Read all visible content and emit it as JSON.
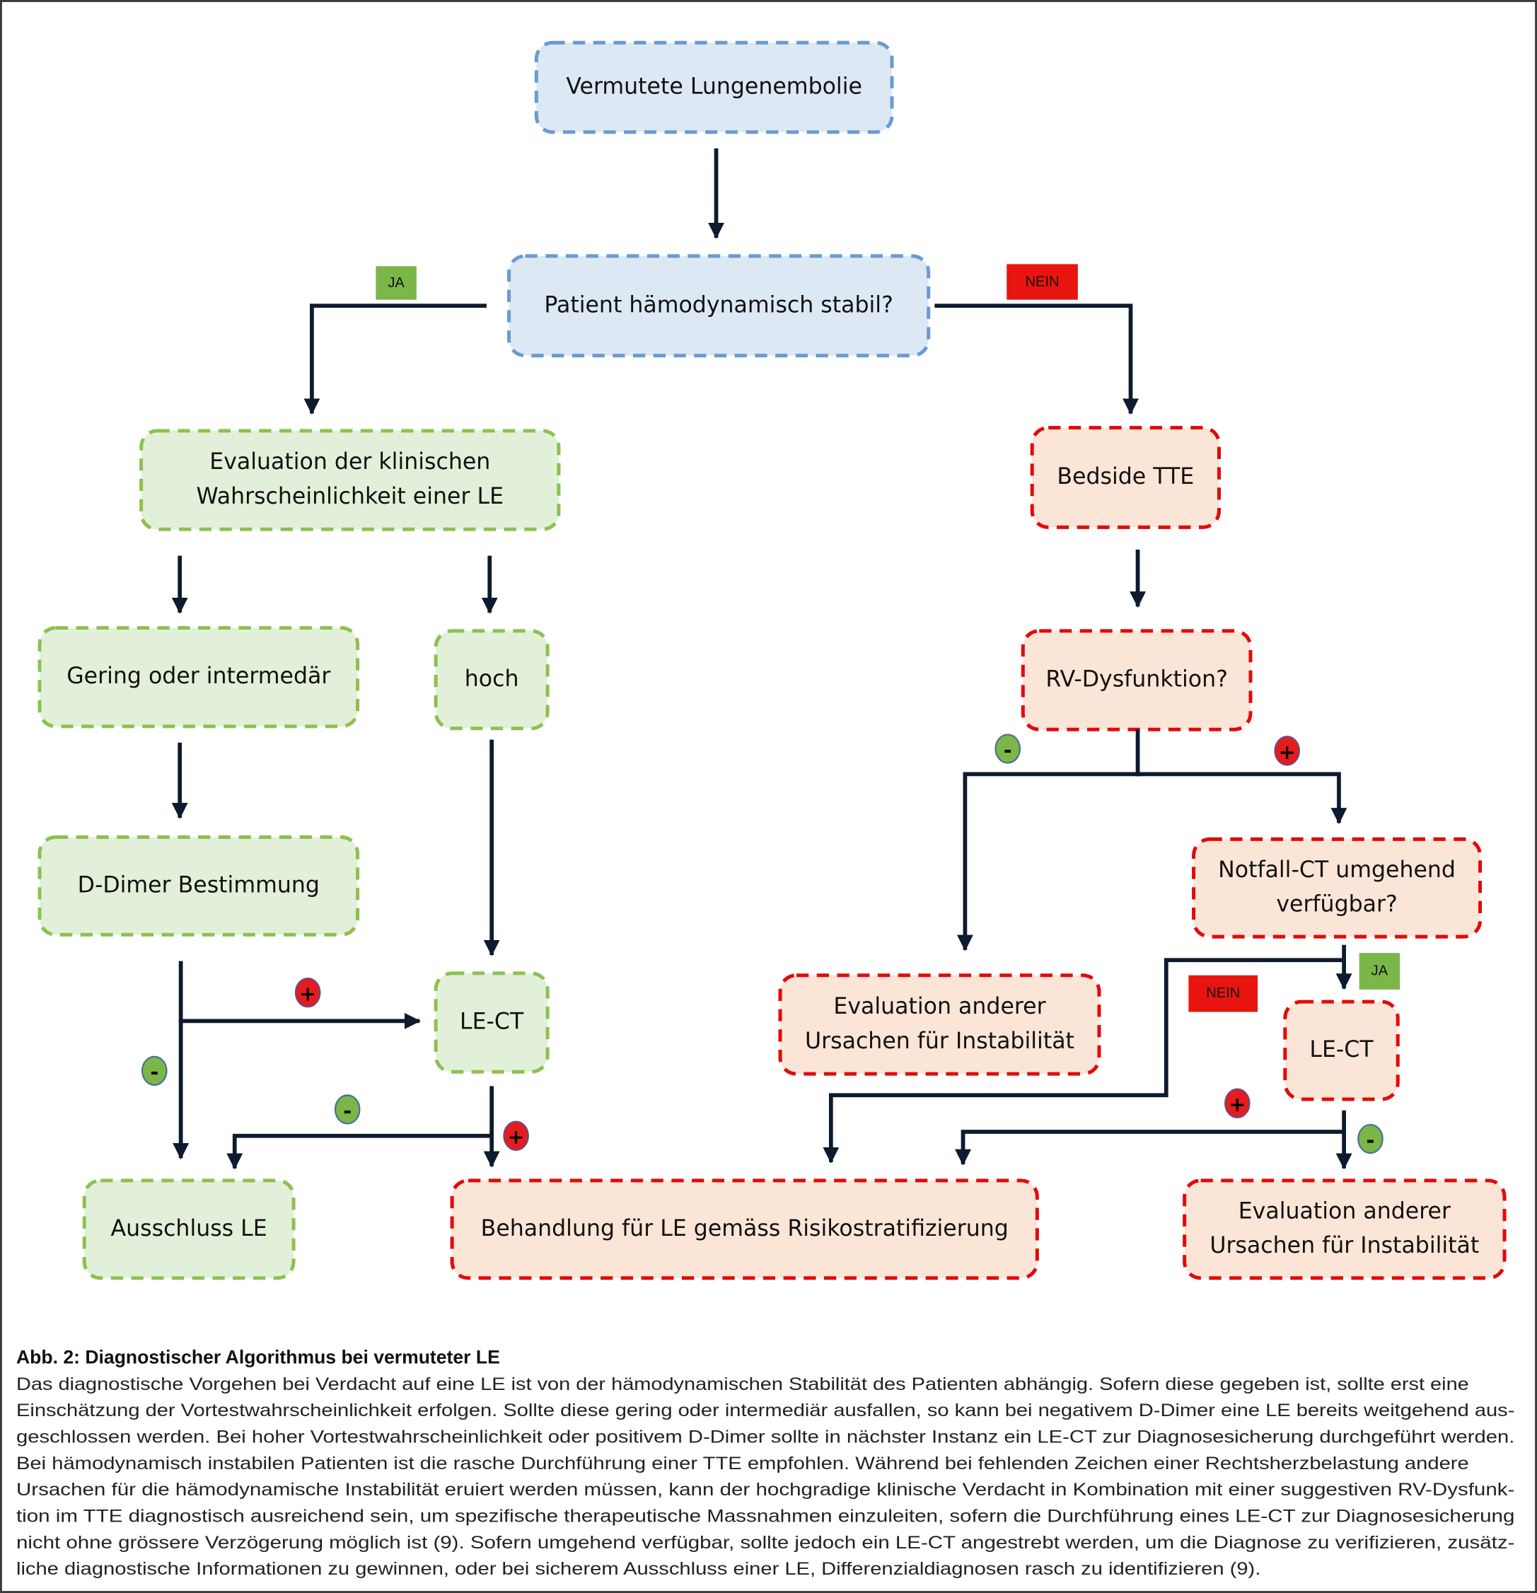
{
  "diagram": {
    "colors": {
      "blue_fill": "#dde8f5",
      "blue_border": "#6a9bd1",
      "green_fill": "#e3f0d9",
      "green_border": "#8cc152",
      "red_fill": "#fbe5d7",
      "red_border": "#e00b0b",
      "badge_ja": "#7ab648",
      "badge_nein": "#e8140f",
      "plus": "#e41c1c",
      "minus": "#7ab648",
      "connector": "#0d1b2e"
    },
    "nodes": {
      "start": {
        "lines": [
          "Vermutete Lungenembolie"
        ]
      },
      "stable": {
        "lines": [
          "Patient hämodynamisch stabil?"
        ]
      },
      "evaluation": {
        "lines": [
          "Evaluation der klinischen",
          "Wahrscheinlichkeit einer LE"
        ]
      },
      "bedside": {
        "lines": [
          "Bedside TTE"
        ]
      },
      "low": {
        "lines": [
          "Gering oder intermedär"
        ]
      },
      "high": {
        "lines": [
          "hoch"
        ]
      },
      "rv": {
        "lines": [
          "RV-Dysfunktion?"
        ]
      },
      "ddimer": {
        "lines": [
          "D-Dimer Bestimmung"
        ]
      },
      "lect_left": {
        "lines": [
          "LE-CT"
        ]
      },
      "notfall": {
        "lines": [
          "Notfall-CT umgehend",
          "verfügbar?"
        ]
      },
      "other_mid": {
        "lines": [
          "Evaluation anderer",
          "Ursachen für Instabilität"
        ]
      },
      "lect_right": {
        "lines": [
          "LE-CT"
        ]
      },
      "exclusion": {
        "lines": [
          "Ausschluss LE"
        ]
      },
      "treatment": {
        "lines": [
          "Behandlung für LE gemäss Risikostratifizierung"
        ]
      },
      "other_right": {
        "lines": [
          "Evaluation anderer",
          "Ursachen für Instabilität"
        ]
      }
    },
    "labels": {
      "ja_top": "JA",
      "nein_top": "NEIN",
      "ja_notfall": "JA",
      "nein_notfall": "NEIN",
      "plus": "+",
      "minus": "-"
    }
  },
  "caption": {
    "title": "Abb. 2: Diagnostischer Algorithmus bei vermuteter LE",
    "lines": [
      "Das diagnostische Vorgehen bei Verdacht auf eine LE ist von der hämodynamischen Stabilität des Patienten abhängig. Sofern diese gegeben ist, sollte erst eine",
      "Einschätzung der Vortestwahrscheinlichkeit erfolgen. Sollte diese gering oder intermediär ausfallen, so kann bei negativem D-Dimer eine LE bereits weitgehend aus-",
      "geschlossen werden. Bei hoher Vortestwahrscheinlichkeit oder positivem D-Dimer sollte in nächster Instanz ein LE-CT zur Diagnosesicherung durchgeführt werden.",
      "Bei hämodynamisch instabilen Patienten ist die rasche Durchführung einer TTE empfohlen. Während bei fehlenden Zeichen einer Rechtsherzbelastung andere",
      "Ursachen für die hämodynamische Instabilität eruiert werden müssen, kann der hochgradige klinische Verdacht in Kombination mit einer suggestiven RV-Dysfunk-",
      "tion im TTE diagnostisch ausreichend sein, um spezifische therapeutische Massnahmen einzuleiten, sofern die Durchführung eines LE-CT zur Diagnosesicherung",
      "nicht ohne grössere Verzögerung möglich ist (9). Sofern umgehend verfügbar, sollte jedoch ein LE-CT angestrebt werden, um die Diagnose zu verifizieren, zusätz-",
      "liche diagnostische Informationen zu gewinnen, oder bei sicherem Ausschluss einer LE, Differenzialdiagnosen rasch zu identifizieren (9)."
    ]
  }
}
